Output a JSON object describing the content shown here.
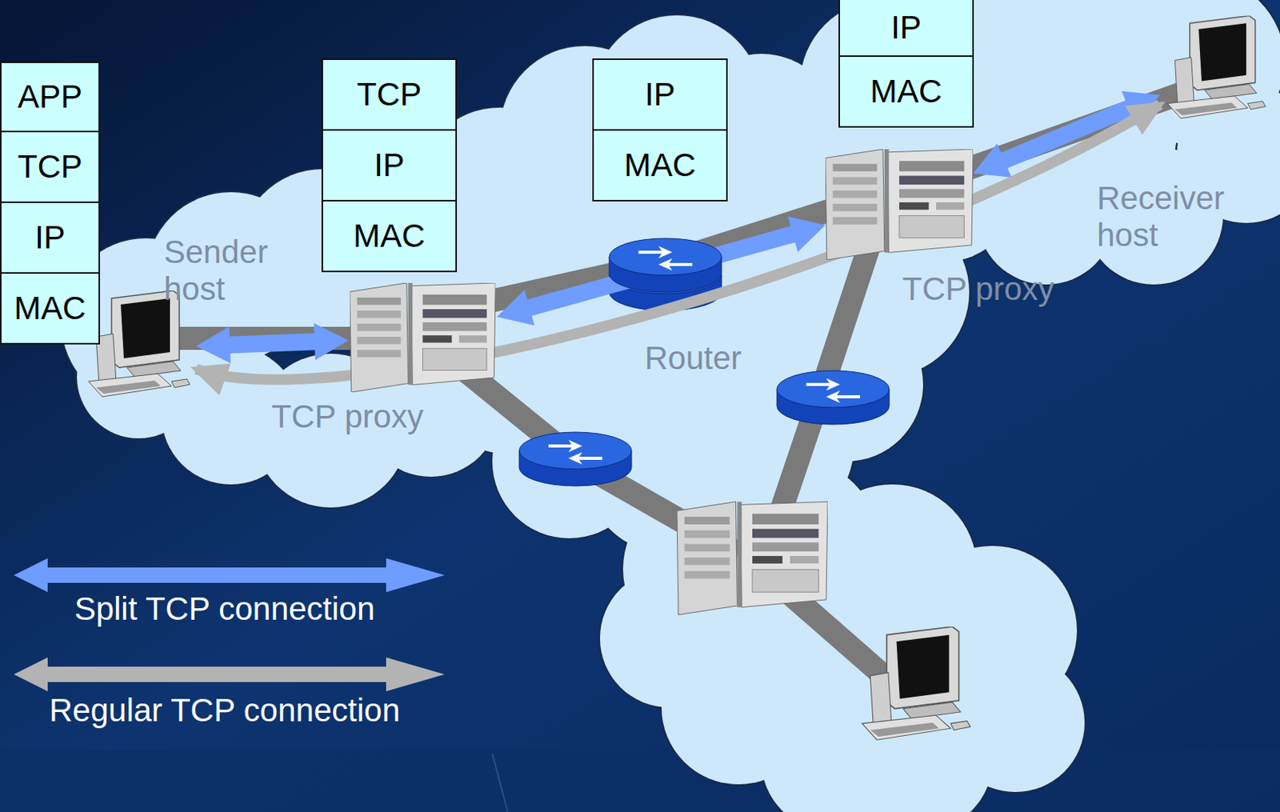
{
  "diagram": {
    "nodes": [
      {
        "text": [
          "Sender host"
        ]
      },
      {
        "text": [
          "TCP proxy"
        ]
      },
      {
        "text": [
          "Router"
        ]
      },
      {
        "text": [
          "TCP proxy"
        ]
      },
      {
        "text": [
          "Receiver host"
        ]
      },
      {
        "text": [
          "APP"
        ]
      },
      {
        "text": [
          "TCP"
        ]
      },
      {
        "text": [
          "IP"
        ]
      },
      {
        "text": [
          "MAC"
        ]
      },
      {
        "text": [
          "TCP"
        ]
      },
      {
        "text": [
          "IP"
        ]
      },
      {
        "text": [
          "MAC"
        ]
      },
      {
        "text": [
          "IP"
        ]
      },
      {
        "text": [
          "MAC"
        ]
      },
      {
        "text": [
          "IP"
        ]
      },
      {
        "text": [
          "MAC"
        ]
      }
    ],
    "edges": [
      {
        "from": 0,
        "to": 1,
        "arrow": "both"
      },
      {
        "from": 1,
        "to": 3,
        "arrow": "both"
      },
      {
        "from": 3,
        "to": 4,
        "arrow": "both"
      },
      {
        "from": 0,
        "to": 4,
        "arrow": "both"
      }
    ],
    "legend": [
      {
        "text": "Split TCP connection"
      },
      {
        "text": "Regular TCP connection"
      }
    ]
  }
}
